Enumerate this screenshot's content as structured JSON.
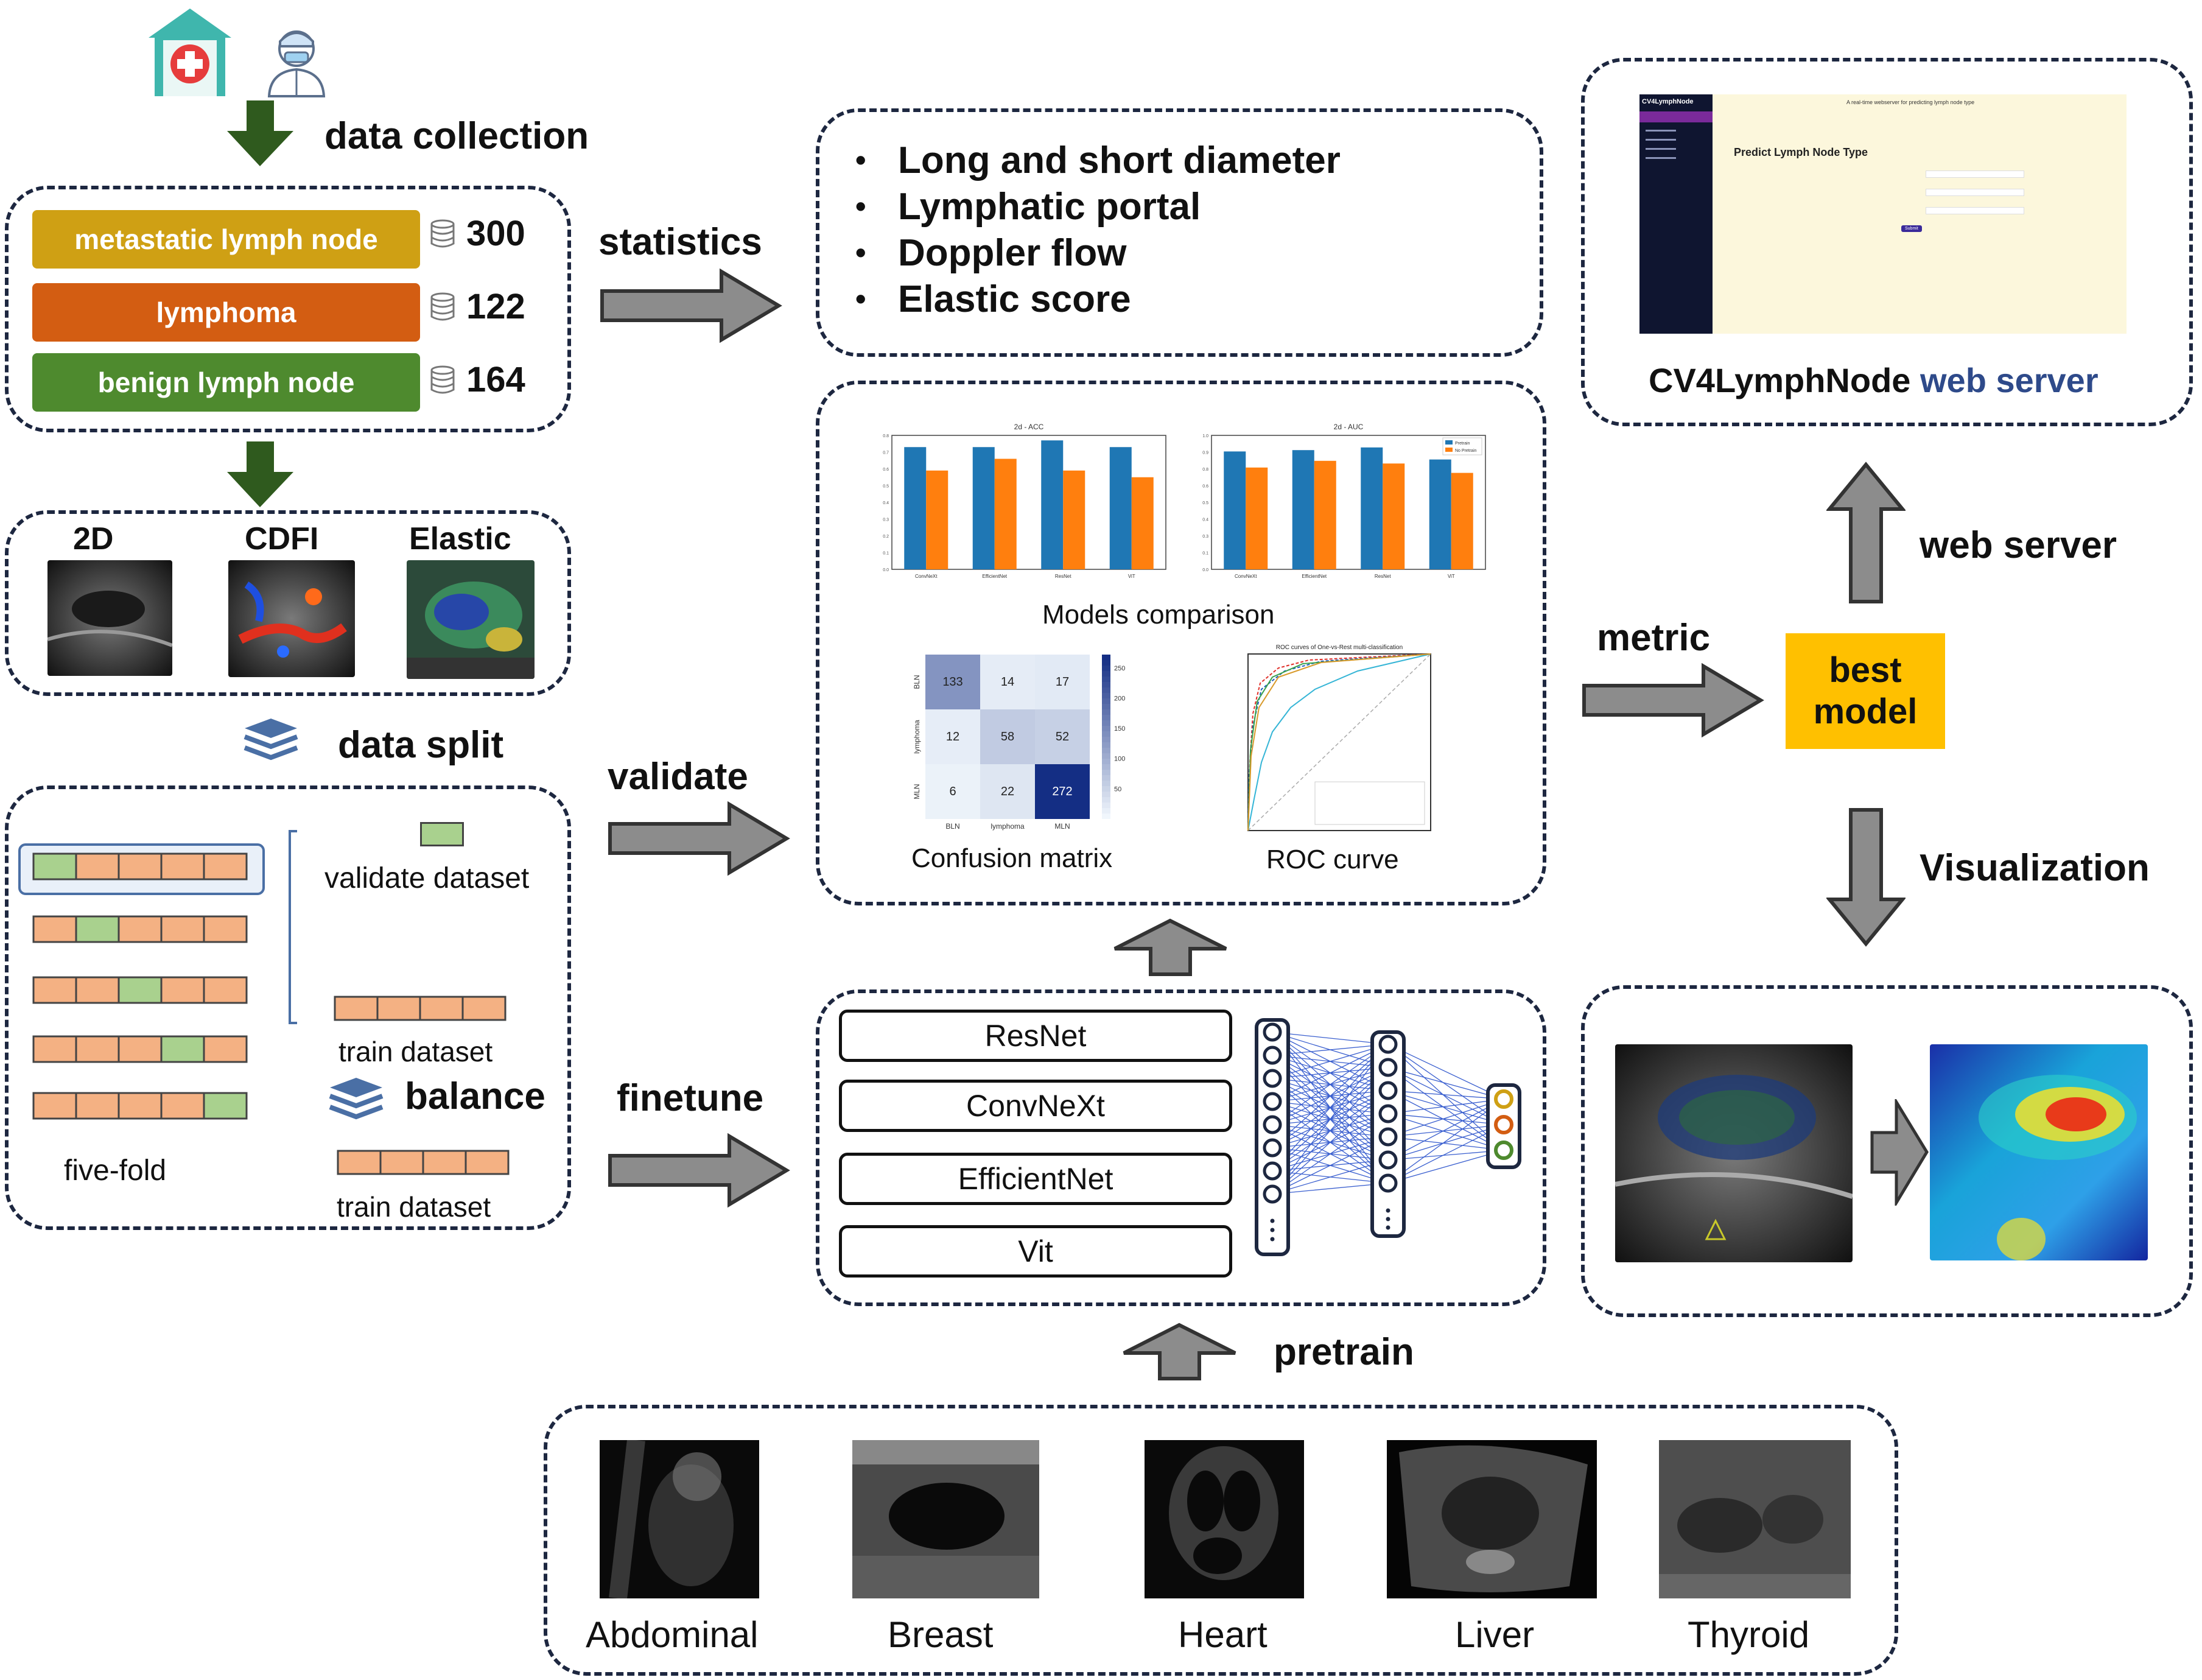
{
  "collection": {
    "label": "data collection",
    "categories": [
      {
        "name": "metastatic lymph node",
        "count": "300",
        "color": "#cfa014"
      },
      {
        "name": "lymphoma",
        "count": "122",
        "color": "#d35d12"
      },
      {
        "name": "benign lymph node",
        "count": "164",
        "color": "#4e8a2e"
      }
    ]
  },
  "modalities": [
    "2D",
    "CDFI",
    "Elastic"
  ],
  "split": {
    "label": "data split",
    "validate": "validate dataset",
    "train": "train dataset",
    "balance": "balance",
    "train2": "train dataset",
    "fivefold": "five-fold"
  },
  "arrows": {
    "statistics": "statistics",
    "validate": "validate",
    "finetune": "finetune",
    "metric": "metric",
    "webserver": "web server",
    "visualization": "Visualization",
    "pretrain": "pretrain"
  },
  "stats": [
    "Long and short diameter",
    "Lymphatic portal",
    "Doppler flow",
    "Elastic score"
  ],
  "validation": {
    "models_comparison": "Models comparison",
    "confusion_matrix": "Confusion matrix",
    "roc_curve": "ROC curve",
    "acc_title": "2d - ACC",
    "auc_title": "2d - AUC",
    "legend": [
      "Pretrain",
      "No Pretrain"
    ],
    "model_names": [
      "ConvNeXt",
      "EfficientNet",
      "ResNet",
      "ViT"
    ],
    "cm_labels": [
      "BLN",
      "lymphoma",
      "MLN"
    ],
    "cm_values": [
      [
        133,
        14,
        17
      ],
      [
        12,
        58,
        52
      ],
      [
        6,
        22,
        272
      ]
    ],
    "roc_title": "ROC curves of One-vs-Rest multi-classification"
  },
  "chart_data": [
    {
      "type": "bar",
      "title": "2d - ACC",
      "categories": [
        "ConvNeXt",
        "EfficientNet",
        "ResNet",
        "ViT"
      ],
      "series": [
        {
          "name": "Pretrain",
          "values": [
            0.73,
            0.73,
            0.77,
            0.73
          ]
        },
        {
          "name": "No Pretrain",
          "values": [
            0.59,
            0.66,
            0.59,
            0.55
          ]
        }
      ],
      "ylim": [
        0,
        0.8
      ]
    },
    {
      "type": "bar",
      "title": "2d - AUC",
      "categories": [
        "ConvNeXt",
        "EfficientNet",
        "ResNet",
        "ViT"
      ],
      "series": [
        {
          "name": "Pretrain",
          "values": [
            0.88,
            0.89,
            0.91,
            0.82
          ]
        },
        {
          "name": "No Pretrain",
          "values": [
            0.76,
            0.81,
            0.79,
            0.72
          ]
        }
      ],
      "ylim": [
        0,
        1.0
      ]
    },
    {
      "type": "heatmap",
      "title": "Confusion matrix",
      "x": [
        "BLN",
        "lymphoma",
        "MLN"
      ],
      "y": [
        "BLN",
        "lymphoma",
        "MLN"
      ],
      "values": [
        [
          133,
          14,
          17
        ],
        [
          12,
          58,
          52
        ],
        [
          6,
          22,
          272
        ]
      ],
      "colorbar": [
        50,
        100,
        150,
        200,
        250
      ]
    }
  ],
  "models": [
    "ResNet",
    "ConvNeXt",
    "EfficientNet",
    "Vit"
  ],
  "best_model": "best\nmodel",
  "web": {
    "title_part1": "CV4LymphNode",
    "title_part2": "web server",
    "app_name": "CV4LymphNode",
    "headline": "A real-time webserver for predicting lymph node type",
    "form_title": "Predict Lymph Node Type",
    "submit": "Submit"
  },
  "pretrain_organs": [
    "Abdominal",
    "Breast",
    "Heart",
    "Liver",
    "Thyroid"
  ],
  "colors": {
    "border": "#1d2740",
    "arrow_green": "#2f5a1e",
    "arrow_gray": "#8c8c8c",
    "bar_blue": "#1f77b4",
    "bar_orange": "#ff7f0e",
    "best_model_bg": "#ffc000",
    "fold_orange": "#f4b183",
    "fold_green": "#a9d18e",
    "web_blue": "#2e4a8a"
  }
}
